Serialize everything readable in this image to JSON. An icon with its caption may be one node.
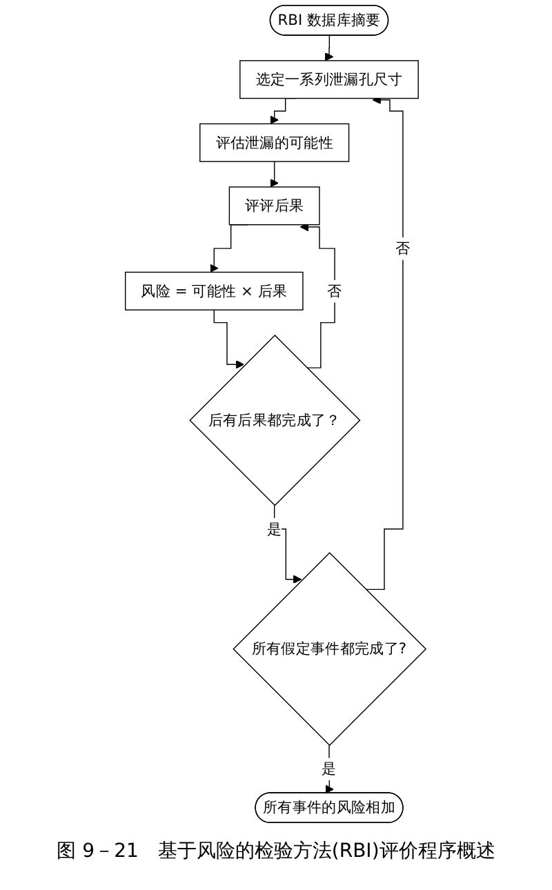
{
  "diagram": {
    "caption": "图 9－21　基于风险的检验方法(RBI)评价程序概述",
    "nodes": [
      {
        "text": [
          "RBI 数据库摘要"
        ]
      },
      {
        "text": [
          "选定一系列泄漏孔尺寸"
        ]
      },
      {
        "text": [
          "评估泄漏的可能性"
        ]
      },
      {
        "text": [
          "评评后果"
        ]
      },
      {
        "text": [
          "风险 = 可能性 × 后果"
        ]
      },
      {
        "text": [
          "后有后果都完成了？"
        ]
      },
      {
        "text": [
          "所有假定事件都完成了?"
        ]
      },
      {
        "text": [
          "所有事件的风险相加"
        ]
      }
    ],
    "edges": [
      {
        "from": 0,
        "to": 1,
        "arrow": "to"
      },
      {
        "from": 1,
        "to": 2,
        "arrow": "to"
      },
      {
        "from": 2,
        "to": 3,
        "arrow": "to"
      },
      {
        "from": 3,
        "to": 4,
        "arrow": "to"
      },
      {
        "from": 4,
        "to": 5,
        "arrow": "to"
      },
      {
        "from": 5,
        "to": 6,
        "arrow": "to",
        "label": "是"
      },
      {
        "from": 5,
        "to": 3,
        "arrow": "to",
        "label": "否"
      },
      {
        "from": 6,
        "to": 7,
        "arrow": "to",
        "label": "是"
      },
      {
        "from": 6,
        "to": 1,
        "arrow": "to",
        "label": "否"
      }
    ]
  }
}
